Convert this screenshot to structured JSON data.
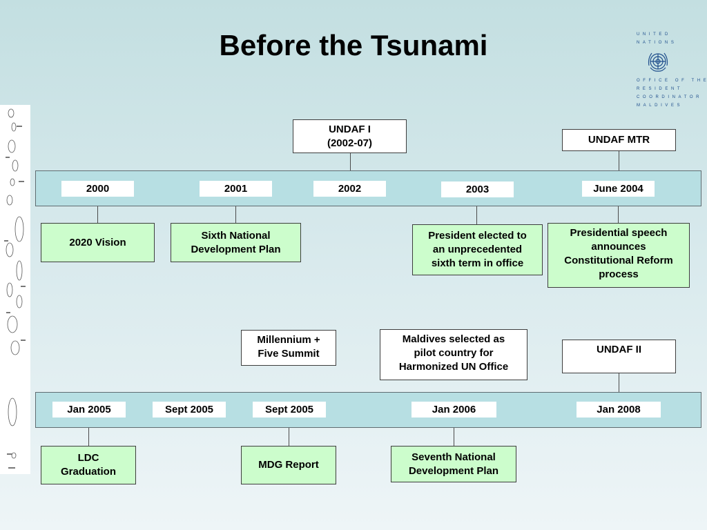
{
  "title": "Before the Tsunami",
  "logo": {
    "lines_top": [
      "UNITED",
      "NATIONS"
    ],
    "lines_bottom": [
      "OFFICE OF THE",
      "RESIDENT",
      "COORDINATOR",
      "MALDIVES"
    ]
  },
  "timeline1": {
    "labels": [
      "2000",
      "2001",
      "2002",
      "2003",
      "June 2004"
    ],
    "above": {
      "undaf1": "UNDAF I\n(2002-07)",
      "undaf_mtr": "UNDAF MTR"
    },
    "below": {
      "vision": "2020 Vision",
      "sixth_ndp": "Sixth National\nDevelopment Plan",
      "president": "President elected to\nan unprecedented\nsixth term in office",
      "speech": "Presidential speech\nannounces\nConstitutional Reform\nprocess"
    }
  },
  "timeline2": {
    "labels": [
      "Jan 2005",
      "Sept 2005",
      "Sept 2005",
      "Jan 2006",
      "Jan 2008"
    ],
    "above": {
      "summit": "Millennium +\nFive Summit",
      "harmonized": "Maldives selected as\npilot country for\nHarmonized UN Office",
      "undaf2": "UNDAF II"
    },
    "below": {
      "ldc": "LDC\nGraduation",
      "mdg": "MDG Report",
      "seventh_ndp": "Seventh National\nDevelopment Plan"
    }
  },
  "colors": {
    "band": "#b7dfe3",
    "event_box": "#ccfdcc",
    "undaf_box": "#ffffff",
    "un_blue": "#1f4e8c"
  }
}
